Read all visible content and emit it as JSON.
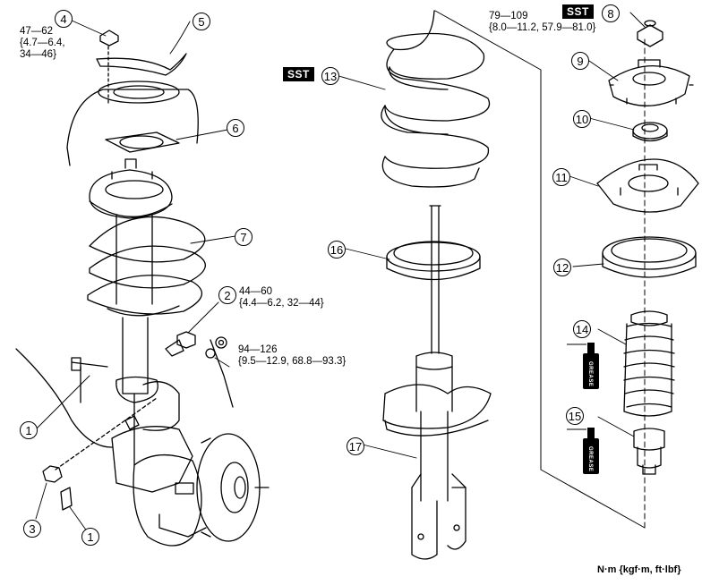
{
  "callouts": [
    "1",
    "2",
    "3",
    "4",
    "5",
    "6",
    "7",
    "8",
    "9",
    "10",
    "11",
    "12",
    "13",
    "14",
    "15",
    "16",
    "17"
  ],
  "sst_label": "SST",
  "grease_label": "GREASE",
  "torque_specs": {
    "part4": "47—62\n{4.7—6.4,\n34—46}",
    "part2": "44—60\n{4.4—6.2, 32—44}",
    "bolt": "94—126\n{9.5—12.9, 68.8—93.3}",
    "part8": "79—109\n{8.0—11.2, 57.9—81.0}"
  },
  "units_note": "N·m {kgf·m, ft·lbf}"
}
